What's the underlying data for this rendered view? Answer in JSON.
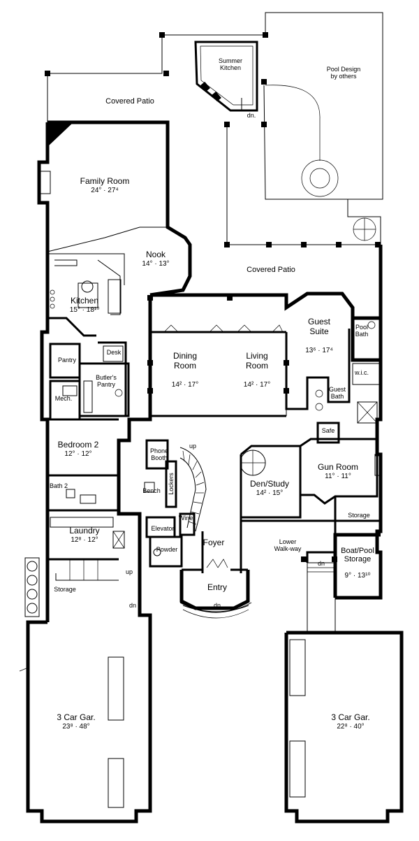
{
  "rooms": {
    "covered_patio_top": {
      "name": "Covered Patio"
    },
    "summer_kitchen": {
      "name": "Summer\nKitchen"
    },
    "pool_design": {
      "name": "Pool Design\nby others"
    },
    "family_room": {
      "name": "Family Room",
      "dims": "24° · 27⁴"
    },
    "nook": {
      "name": "Nook",
      "dims": "14° · 13°"
    },
    "covered_patio_mid": {
      "name": "Covered Patio"
    },
    "kitchen": {
      "name": "Kitchen",
      "dims": "15° · 18¹⁰"
    },
    "guest_suite": {
      "name": "Guest\nSuite",
      "dims": "13⁶ · 17⁴"
    },
    "pool_bath": {
      "name": "Pool\nBath"
    },
    "pantry": {
      "name": "Pantry"
    },
    "desk": {
      "name": "Desk"
    },
    "butlers_pantry": {
      "name": "Butler's\nPantry"
    },
    "dining_room": {
      "name": "Dining\nRoom",
      "dims": "14² · 17°"
    },
    "living_room": {
      "name": "Living\nRoom",
      "dims": "14² · 17°"
    },
    "wic": {
      "name": "w.i.c."
    },
    "guest_bath": {
      "name": "Guest\nBath"
    },
    "mech": {
      "name": "Mech."
    },
    "safe": {
      "name": "Safe"
    },
    "bedroom2": {
      "name": "Bedroom 2",
      "dims": "12° · 12°"
    },
    "phone_booth": {
      "name": "Phone\nBooth"
    },
    "den_study": {
      "name": "Den/Study",
      "dims": "14² · 15°"
    },
    "gun_room": {
      "name": "Gun Room",
      "dims": "11° · 11°"
    },
    "bench": {
      "name": "Bench"
    },
    "lockers": {
      "name": "Lockers"
    },
    "bath2": {
      "name": "Bath 2"
    },
    "storage_right": {
      "name": "Storage"
    },
    "wine": {
      "name": "Wine"
    },
    "laundry": {
      "name": "Laundry",
      "dims": "12⁸ · 12°"
    },
    "elevator": {
      "name": "Elevator"
    },
    "foyer": {
      "name": "Foyer"
    },
    "lower_walkway": {
      "name": "Lower\nWalk-way"
    },
    "boat_pool_storage": {
      "name": "Boat/Pool\nStorage",
      "dims": "9° · 13¹⁰"
    },
    "powder": {
      "name": "Powder"
    },
    "storage_left": {
      "name": "Storage"
    },
    "entry": {
      "name": "Entry"
    },
    "garage_left": {
      "name": "3 Car Gar.",
      "dims": "23⁸ · 48°"
    },
    "garage_right": {
      "name": "3 Car Gar.",
      "dims": "22⁸ · 40°"
    }
  },
  "annotations": {
    "dn_summer": "dn.",
    "up_stair": "up",
    "up_laundry": "up",
    "dn_laundry": "dn",
    "dn_walkway": "dn",
    "dn_entry": "dn"
  }
}
